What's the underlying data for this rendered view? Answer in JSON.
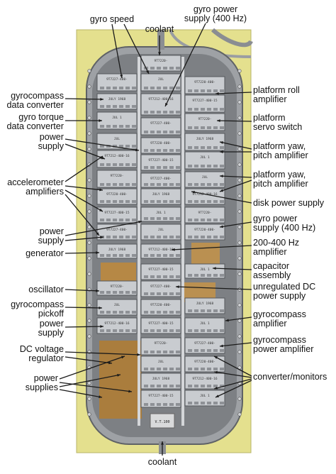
{
  "labels": {
    "gyro_speed": [
      "gyro speed"
    ],
    "coolant_top": [
      "coolant"
    ],
    "gyro_power_supply_top": [
      "gyro power",
      "supply (400 Hz)"
    ],
    "gyrocompass_data_converter": [
      "gyrocompass",
      "data converter"
    ],
    "gyro_torque_data_converter": [
      "gyro torque",
      "data converter"
    ],
    "power_supply_1": [
      "power",
      "supply"
    ],
    "accelerometer_amplifiers": [
      "accelerometer",
      "amplifiers"
    ],
    "power_supply_2": [
      "power",
      "supply"
    ],
    "generator": [
      "generator"
    ],
    "oscillator": [
      "oscillator"
    ],
    "gyrocompass_pickoff": [
      "gyrocompass",
      "pickoff"
    ],
    "power_supply_3": [
      "power",
      "supply"
    ],
    "dc_voltage_regulator": [
      "DC voltage",
      "regulator"
    ],
    "power_supplies": [
      "power",
      "supplies"
    ],
    "platform_roll_amplifier": [
      "platform roll",
      "amplifier"
    ],
    "platform_servo_switch": [
      "platform",
      "servo switch"
    ],
    "platform_yaw_pitch_amplifier_1": [
      "platform yaw,",
      "pitch amplifier"
    ],
    "platform_yaw_pitch_amplifier_2": [
      "platform yaw,",
      "pitch amplifier"
    ],
    "disk_power_supply": [
      "disk power supply"
    ],
    "gyro_power_supply_right": [
      "gyro power",
      "supply (400 Hz)"
    ],
    "amplifier_200_400": [
      "200-400 Hz",
      "amplifier"
    ],
    "capacitor_assembly": [
      "capacitor",
      "assembly"
    ],
    "unregulated_dc_power_supply": [
      "unregulated DC",
      "power supply"
    ],
    "gyrocompass_amplifier": [
      "gyrocompass",
      "amplifier"
    ],
    "gyrocompass_power_amplifier": [
      "gyrocompass",
      "power amplifier"
    ],
    "converter_monitors": [
      "converter/monitors"
    ],
    "coolant_bottom": [
      "coolant"
    ]
  },
  "module_texts": [
    "9T7220-",
    "9T7227-400-",
    "JUL",
    "9T7220-400-",
    "JULY 1968",
    "9T7212-400-16",
    "9T7227-400-15",
    "JUL 1",
    "V.T.100"
  ],
  "colors": {
    "housing": "#e4e08e",
    "frame": "#a9acb0",
    "module": "#c9ccd0",
    "interior": "#c08a3a",
    "line": "#1a1a1a"
  }
}
